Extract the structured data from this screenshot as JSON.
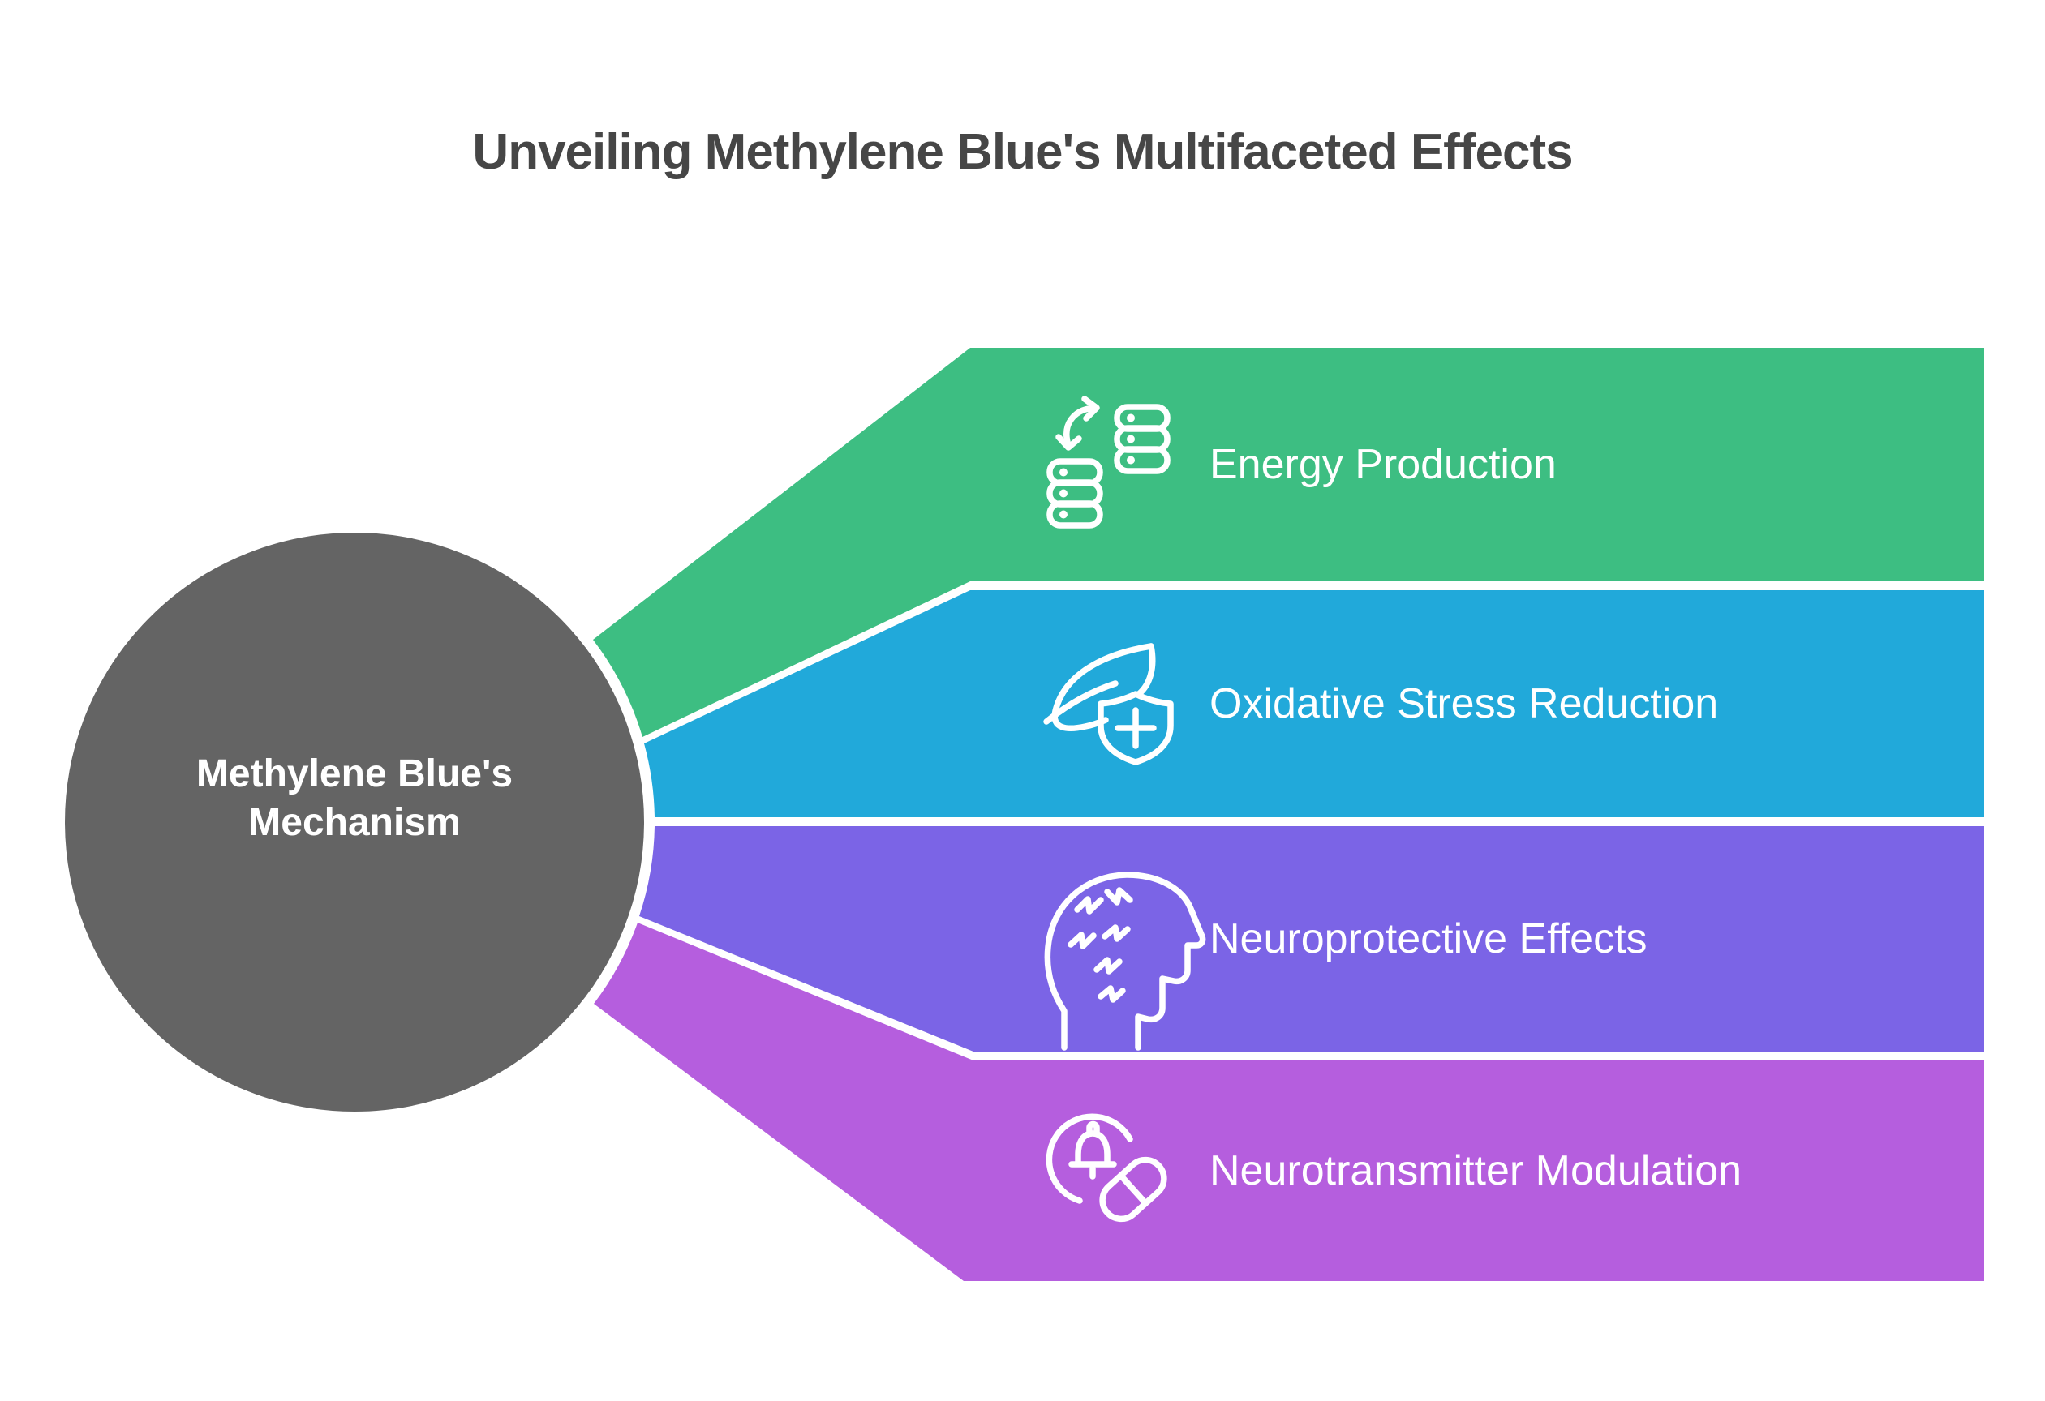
{
  "title": "Unveiling Methylene Blue's Multifaceted Effects",
  "center": {
    "line1": "Methylene Blue's",
    "line2": "Mechanism",
    "color": "#646464"
  },
  "branches": [
    {
      "label": "Energy Production",
      "color": "#3DBE82",
      "icon": "database-transfer-icon"
    },
    {
      "label": "Oxidative Stress Reduction",
      "color": "#21A9DA",
      "icon": "leaf-shield-icon"
    },
    {
      "label": "Neuroprotective Effects",
      "color": "#7B64E6",
      "icon": "head-stress-icon"
    },
    {
      "label": "Neurotransmitter Modulation",
      "color": "#B55EDE",
      "icon": "bell-pill-icon"
    }
  ],
  "colors": {
    "background": "#FFFFFF",
    "title_text": "#464646",
    "label_text": "#FFFFFF",
    "separator": "#FFFFFF"
  }
}
